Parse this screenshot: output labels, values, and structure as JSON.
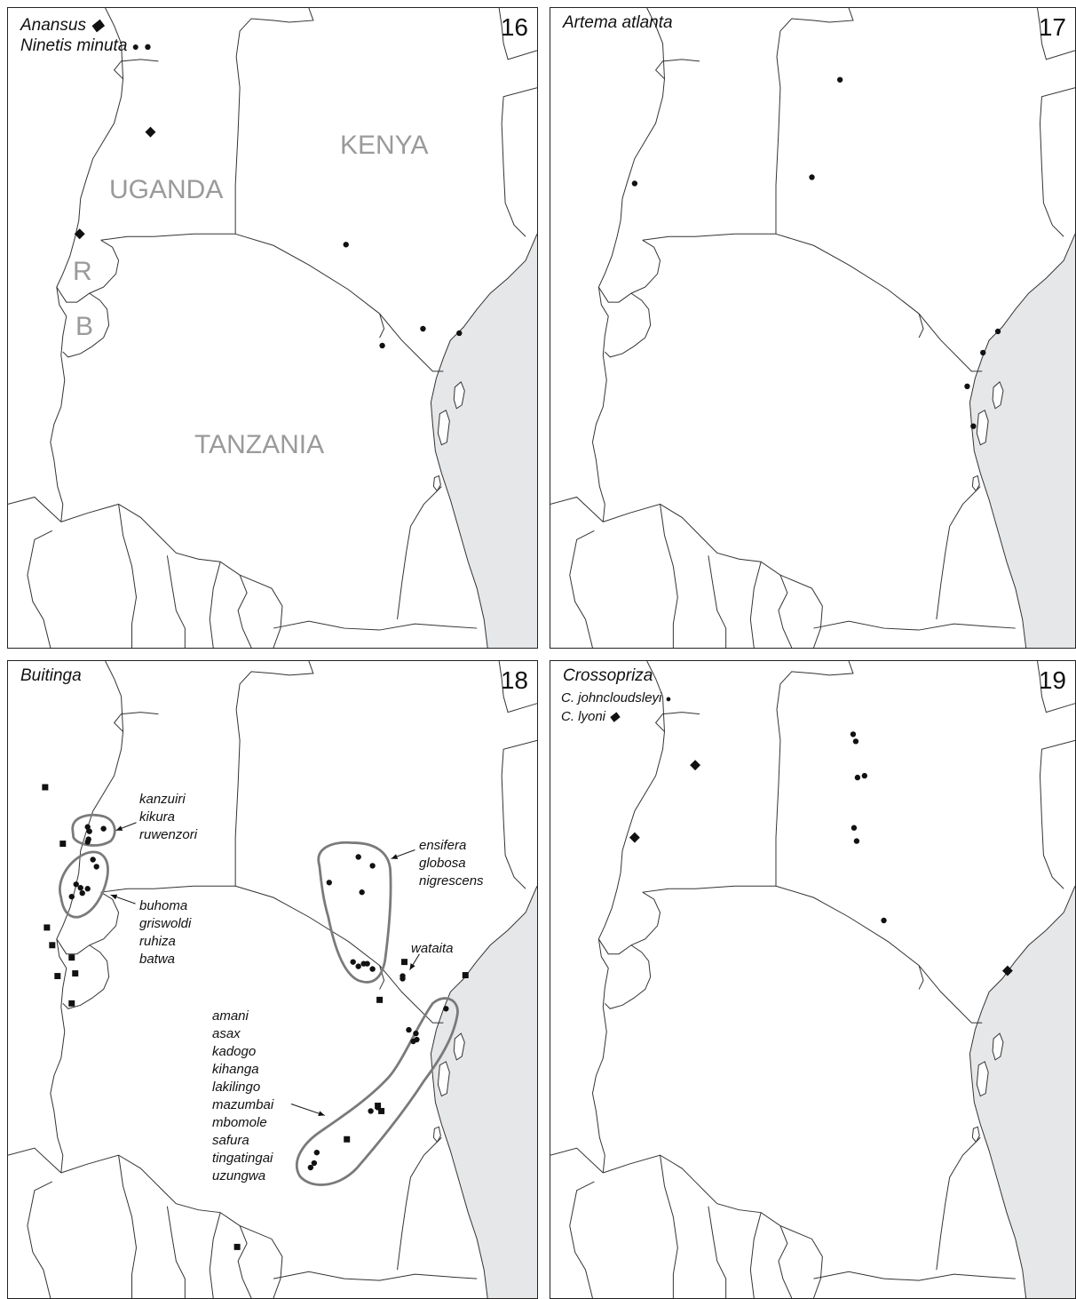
{
  "colors": {
    "sea": "#e6e7e9",
    "border": "#333333",
    "marker": "#111111",
    "outline": "#7a7a7a",
    "country_label": "#9a9a9a"
  },
  "panels": {
    "p16": {
      "number": "16",
      "legend": [
        {
          "name": "Anansus",
          "symbol": "diamond"
        },
        {
          "name": "Ninetis minuta",
          "symbol": "circle"
        }
      ],
      "countries": {
        "kenya": "KENYA",
        "uganda": "UGANDA",
        "rwanda": "R",
        "burundi": "B",
        "tanzania": "TANZANIA"
      }
    },
    "p17": {
      "number": "17",
      "title": "Artema atlanta"
    },
    "p18": {
      "number": "18",
      "title": "Buitinga",
      "groups": {
        "g1": [
          "kanzuiri",
          "kikura",
          "ruwenzori"
        ],
        "g2": [
          "buhoma",
          "griswoldi",
          "ruhiza",
          "batwa"
        ],
        "g3": [
          "ensifera",
          "globosa",
          "nigrescens"
        ],
        "g4": [
          "wataita"
        ],
        "g5": [
          "amani",
          "asax",
          "kadogo",
          "kihanga",
          "lakilingo",
          "mazumbai",
          "mbomole",
          "safura",
          "tingatingai",
          "uzungwa"
        ]
      }
    },
    "p19": {
      "number": "19",
      "title": "Crossopriza",
      "legend": [
        {
          "name": "C. johncloudsleyi",
          "symbol": "circle"
        },
        {
          "name": "C. lyoni",
          "symbol": "diamond"
        }
      ]
    }
  }
}
